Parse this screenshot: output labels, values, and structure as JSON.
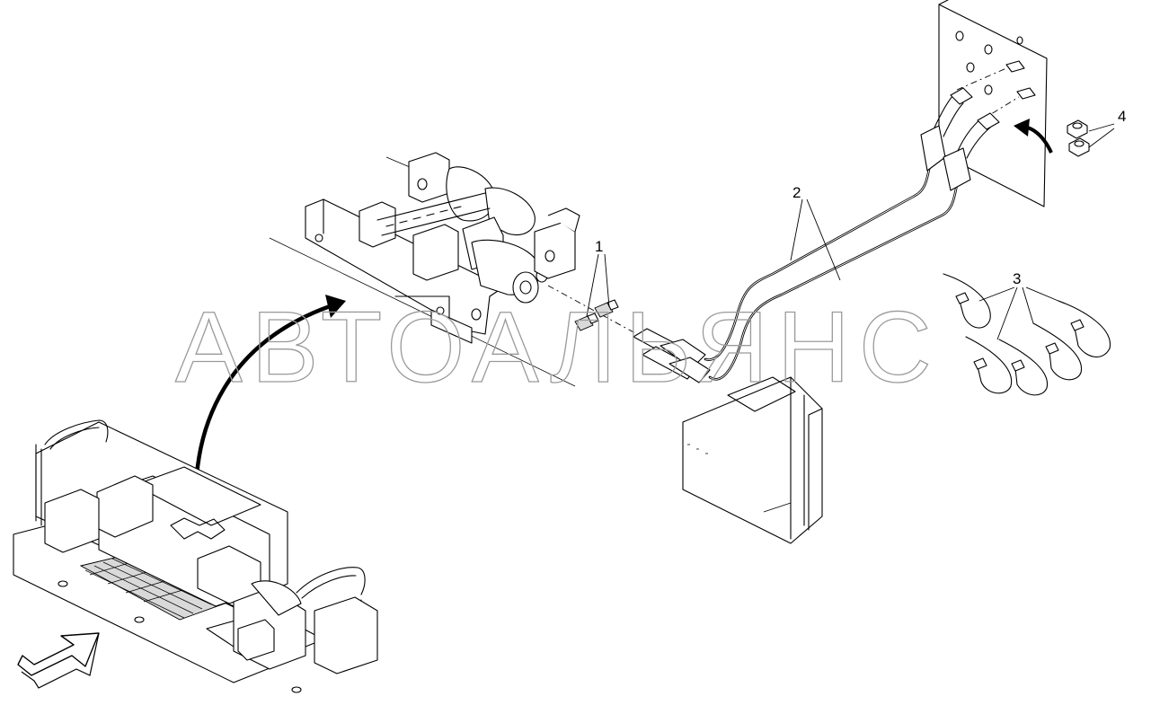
{
  "watermark": "АВТОАЛЬЯНС",
  "callouts": {
    "item1": "1",
    "item2": "2",
    "item3": "3",
    "item4": "4"
  },
  "colors": {
    "line": "#000000",
    "background": "#ffffff",
    "watermark_outline": "#9a9a9a"
  },
  "icons": {
    "view_direction": "arrow-outline-icon",
    "detail_reference": "curved-arrow-icon",
    "install_direction": "curved-arrow-small-icon"
  }
}
